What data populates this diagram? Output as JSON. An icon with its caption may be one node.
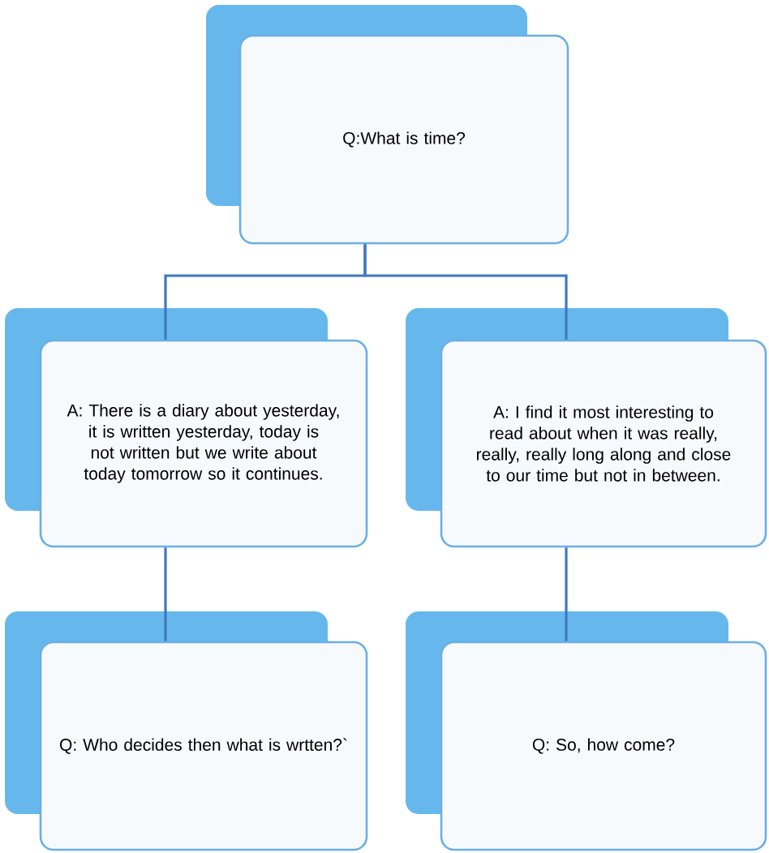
{
  "diagram": {
    "nodes": [
      {
        "text": [
          "Q:What is time?"
        ]
      },
      {
        "text": [
          "A: There is a diary about yesterday, it is written yesterday, today is not written but we write about today tomorrow so it continues."
        ]
      },
      {
        "text": [
          "A: I find it most interesting to read about when it was really, really, really long along and close to our time but not in between."
        ]
      },
      {
        "text": [
          "Q: Who decides then what is wrtten?`"
        ]
      },
      {
        "text": [
          "Q: So, how come?"
        ]
      }
    ],
    "edges": [
      {
        "from": 0,
        "to": 1,
        "arrow": "none"
      },
      {
        "from": 0,
        "to": 2,
        "arrow": "none"
      },
      {
        "from": 1,
        "to": 3,
        "arrow": "none"
      },
      {
        "from": 2,
        "to": 4,
        "arrow": "none"
      }
    ]
  }
}
